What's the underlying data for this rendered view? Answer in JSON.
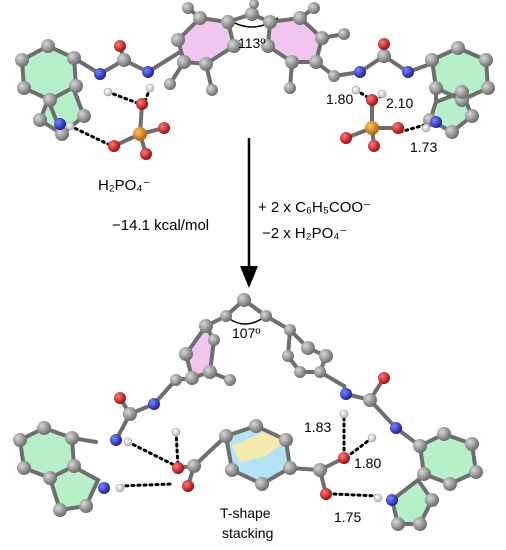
{
  "top_complex": {
    "angle": "113º",
    "distances": [
      "1.80",
      "2.10",
      "1.73"
    ],
    "anion_label": "H₂PO₄⁻"
  },
  "reaction": {
    "energy": "−14.1 kcal/mol",
    "add": "+ 2 x C₆H₅COO⁻",
    "remove": "−2 x H₂PO₄⁻"
  },
  "bottom_complex": {
    "angle": "107º",
    "distances": [
      "1.83",
      "1.80",
      "1.75"
    ],
    "stacking_label_1": "T-shape",
    "stacking_label_2": "stacking"
  },
  "colors": {
    "carbon": "#8f8f8f",
    "hydrogen": "#e8e8e8",
    "nitrogen": "#2633c9",
    "oxygen": "#d41a1a",
    "phosphorus": "#e08a1e",
    "green_ring": "#b6f0c8",
    "pink_ring": "#f0c6ee",
    "blue_ring": "#b4e4f4",
    "yellow_ring": "#f4eab0"
  }
}
